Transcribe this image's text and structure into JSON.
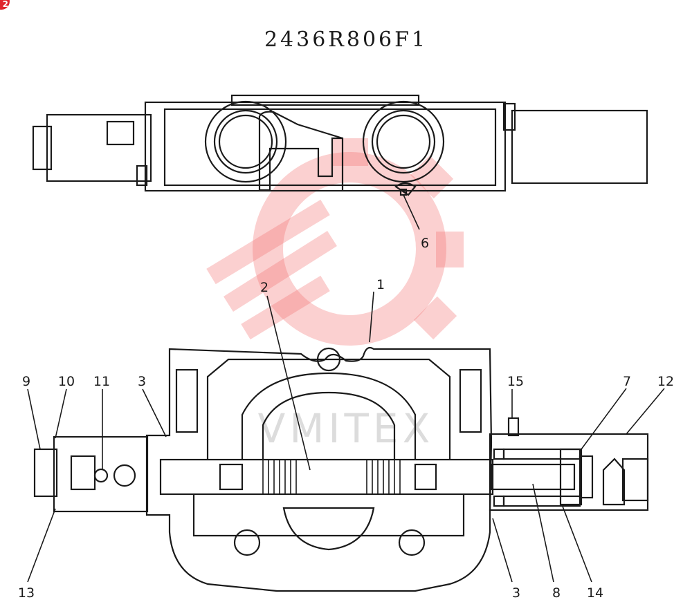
{
  "diagram": {
    "part_number": "2436R806F1",
    "corner_badge": "2",
    "watermark_text": "VMITEX",
    "callouts": {
      "c1": "1",
      "c2": "2",
      "c3a": "3",
      "c3b": "3",
      "c6": "6",
      "c7": "7",
      "c8": "8",
      "c9": "9",
      "c10": "10",
      "c11": "11",
      "c12": "12",
      "c13": "13",
      "c14": "14",
      "c15": "15"
    }
  },
  "colors": {
    "line": "#1a1a1a",
    "watermark": "#f26d6d",
    "badge": "#e0252c"
  }
}
